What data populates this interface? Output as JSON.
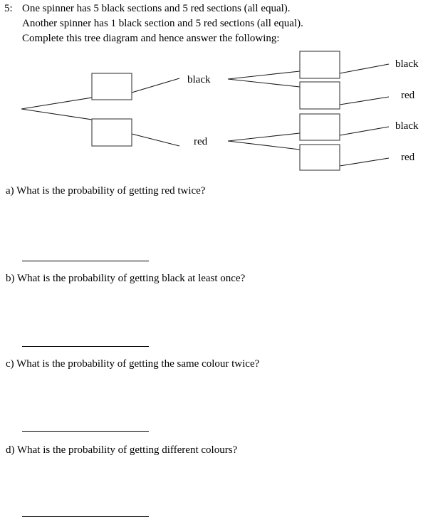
{
  "stem": {
    "number": "5:",
    "lines": [
      "One spinner has 5 black sections and 5 red sections (all equal).",
      "Another spinner has 1 black section and 5 red sections (all equal).",
      "Complete this tree diagram and hence answer the following:"
    ]
  },
  "tree": {
    "first_stage_labels": [
      "black",
      "red"
    ],
    "second_stage_labels": [
      "black",
      "red",
      "black",
      "red"
    ],
    "first_stage_boxes": [
      "",
      ""
    ],
    "second_stage_boxes": [
      "",
      "",
      "",
      ""
    ]
  },
  "questions": [
    {
      "label": "a)",
      "text": "What is the probability of getting red twice?"
    },
    {
      "label": "b)",
      "text": "What is the probability of getting black at least once?"
    },
    {
      "label": "c)",
      "text": "What is the probability of getting the same colour twice?"
    },
    {
      "label": "d)",
      "text": "What is the probability of getting different colours?"
    }
  ],
  "question_full": [
    "a) What is the probability of getting red twice?",
    "b) What is the probability of getting black at least once?",
    "c) What is the probability of getting the same colour twice?",
    "d) What is the probability of getting different colours?"
  ]
}
